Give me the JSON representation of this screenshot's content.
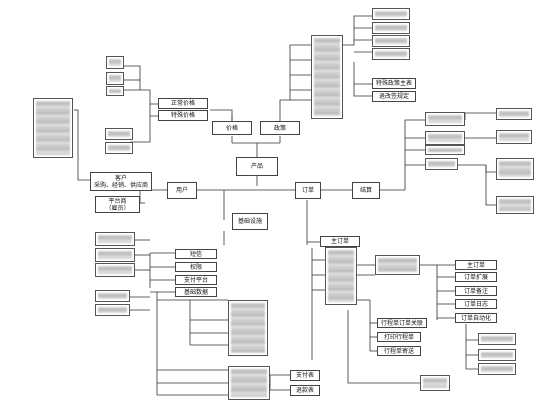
{
  "nodes": {
    "product": "产品",
    "price": "价格",
    "policy": "政策",
    "normal_price": "正常价格",
    "special_price": "特殊价格",
    "special_policy_main": "特殊政策主表",
    "rebate_rule": "退改签规定",
    "user": "用户",
    "customer_line1": "客户",
    "customer_line2": "采购、经销、供应商",
    "platform_line1": "平台商",
    "platform_line2": "（雇员）",
    "order": "订单",
    "settlement": "结算",
    "infrastructure": "基础设施",
    "sms": "短信",
    "permission": "权限",
    "payment_platform": "支付平台",
    "basic_data": "基础数据",
    "main_order": "主订单",
    "sub_main_order": "主订单",
    "order_ext": "订单扩展",
    "order_backup": "订单备注",
    "order_log": "订单日志",
    "order_auto": "订单自动化",
    "itinerary_link": "行程单订单关联",
    "print_itinerary": "打印行程单",
    "itinerary_delivery": "行程单寄送",
    "payment_table": "支付表",
    "refund_table": "退款表"
  }
}
